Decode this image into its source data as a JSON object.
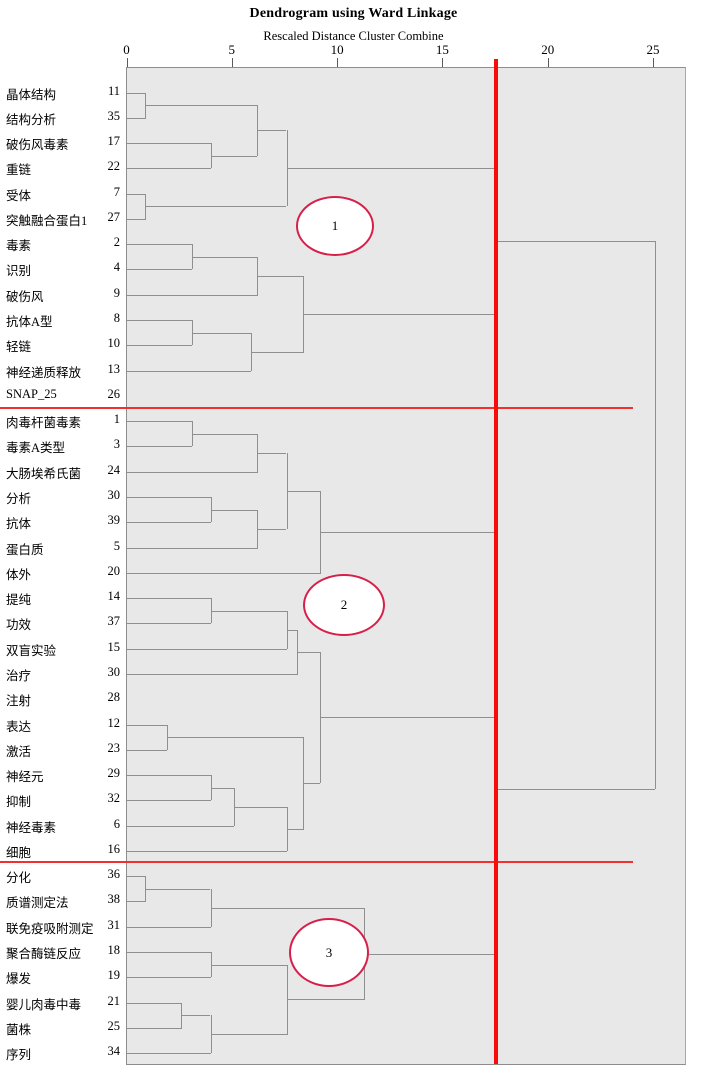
{
  "header": {
    "title": "Dendrogram using Ward Linkage",
    "subtitle": "Rescaled Distance Cluster Combine"
  },
  "colors": {
    "plot_background": "#e8e8e8",
    "link_line": "#8f8f8f",
    "annotation_red": "#d6204a",
    "cut_line_red": "#fb0a0a",
    "text": "#000000"
  },
  "chart_data": {
    "type": "dendrogram",
    "title": "Dendrogram using Ward Linkage",
    "subtitle": "Rescaled Distance Cluster Combine",
    "xlabel": "Rescaled Distance Cluster Combine",
    "ylabel": "",
    "xlim": [
      0,
      25
    ],
    "xticks": [
      0,
      5,
      10,
      15,
      20,
      25
    ],
    "xtick_labels": [
      "0",
      "5",
      "10",
      "15",
      "20",
      "25"
    ],
    "grid": false,
    "orientation": "horizontal",
    "linkage": "ward",
    "leaves": [
      {
        "label": "晶体结构",
        "num": "11"
      },
      {
        "label": "结构分析",
        "num": "35"
      },
      {
        "label": "破伤风毒素",
        "num": "17"
      },
      {
        "label": "重链",
        "num": "22"
      },
      {
        "label": "受体",
        "num": "7"
      },
      {
        "label": "突触融合蛋白1",
        "num": "27"
      },
      {
        "label": "毒素",
        "num": "2"
      },
      {
        "label": "识别",
        "num": "4"
      },
      {
        "label": "破伤风",
        "num": "9"
      },
      {
        "label": "抗体A型",
        "num": "8"
      },
      {
        "label": "轻链",
        "num": "10"
      },
      {
        "label": "神经递质释放",
        "num": "13"
      },
      {
        "label": "SNAP_25",
        "num": "26"
      },
      {
        "label": "肉毒杆菌毒素",
        "num": "1"
      },
      {
        "label": "毒素A类型",
        "num": "3"
      },
      {
        "label": "大肠埃希氏菌",
        "num": "24"
      },
      {
        "label": "分析",
        "num": "30"
      },
      {
        "label": "抗体",
        "num": "39"
      },
      {
        "label": "蛋白质",
        "num": "5"
      },
      {
        "label": "体外",
        "num": "20"
      },
      {
        "label": "提纯",
        "num": "14"
      },
      {
        "label": "功效",
        "num": "37"
      },
      {
        "label": "双盲实验",
        "num": "15"
      },
      {
        "label": "治疗",
        "num": "30"
      },
      {
        "label": "注射",
        "num": "28"
      },
      {
        "label": "表达",
        "num": "12"
      },
      {
        "label": "激活",
        "num": "23"
      },
      {
        "label": "神经元",
        "num": "29"
      },
      {
        "label": "抑制",
        "num": "32"
      },
      {
        "label": "神经毒素",
        "num": "6"
      },
      {
        "label": "细胞",
        "num": "16"
      },
      {
        "label": "分化",
        "num": "36"
      },
      {
        "label": "质谱测定法",
        "num": "38"
      },
      {
        "label": "联免疫吸附测定",
        "num": "31"
      },
      {
        "label": "聚合酶链反应",
        "num": "18"
      },
      {
        "label": "爆发",
        "num": "19"
      },
      {
        "label": "婴儿肉毒中毒",
        "num": "21"
      },
      {
        "label": "菌株",
        "num": "25"
      },
      {
        "label": "序列",
        "num": "34"
      }
    ],
    "merges": [
      {
        "children": [
          0,
          1
        ],
        "distance": 0.9
      },
      {
        "children": [
          2,
          3
        ],
        "distance": 4.0
      },
      {
        "children": [
          "m0",
          "m1"
        ],
        "distance": 6.2
      },
      {
        "children": [
          4,
          5
        ],
        "distance": 0.9
      },
      {
        "children": [
          "m2",
          "m3"
        ],
        "distance": 7.6
      },
      {
        "children": [
          6,
          7
        ],
        "distance": 3.1
      },
      {
        "children": [
          "m5",
          8
        ],
        "distance": 6.2
      },
      {
        "children": [
          9,
          10
        ],
        "distance": 3.1
      },
      {
        "children": [
          "m7",
          11
        ],
        "distance": 5.9
      },
      {
        "children": [
          "m6",
          "m8"
        ],
        "distance": 8.4
      },
      {
        "children": [
          "m4",
          "m9"
        ],
        "distance": 17.6
      },
      {
        "children": [
          13,
          14
        ],
        "distance": 3.1
      },
      {
        "children": [
          "m11",
          15
        ],
        "distance": 6.2
      },
      {
        "children": [
          16,
          17
        ],
        "distance": 4.0
      },
      {
        "children": [
          "m13",
          18
        ],
        "distance": 6.2
      },
      {
        "children": [
          "m12",
          "m14"
        ],
        "distance": 7.6
      },
      {
        "children": [
          "m15",
          19
        ],
        "distance": 9.2
      },
      {
        "children": [
          20,
          21
        ],
        "distance": 4.0
      },
      {
        "children": [
          "m17",
          22
        ],
        "distance": 7.6
      },
      {
        "children": [
          "m18",
          23
        ],
        "distance": 8.1
      },
      {
        "children": [
          25,
          26
        ],
        "distance": 1.9
      },
      {
        "children": [
          27,
          28
        ],
        "distance": 4.0
      },
      {
        "children": [
          "m21",
          29
        ],
        "distance": 5.1
      },
      {
        "children": [
          "m22",
          30
        ],
        "distance": 7.6
      },
      {
        "children": [
          "m20",
          "m23"
        ],
        "distance": 8.4
      },
      {
        "children": [
          "m19",
          "m24"
        ],
        "distance": 9.2
      },
      {
        "children": [
          "m16",
          "m25"
        ],
        "distance": 17.6
      },
      {
        "children": [
          31,
          32
        ],
        "distance": 0.9
      },
      {
        "children": [
          "m27",
          33
        ],
        "distance": 4.0
      },
      {
        "children": [
          34,
          35
        ],
        "distance": 4.0
      },
      {
        "children": [
          36,
          37
        ],
        "distance": 2.6
      },
      {
        "children": [
          "m30",
          38
        ],
        "distance": 4.0
      },
      {
        "children": [
          "m29",
          "m31"
        ],
        "distance": 7.6
      },
      {
        "children": [
          "m28",
          "m32"
        ],
        "distance": 11.3
      },
      {
        "children": [
          "m26",
          "m33"
        ],
        "distance": 17.6
      },
      {
        "children": [
          "m10",
          "m34"
        ],
        "distance": 25.1
      }
    ],
    "annotations": [
      {
        "kind": "ellipse",
        "label": "1",
        "cluster_members": 13
      },
      {
        "kind": "ellipse",
        "label": "2",
        "cluster_members": 18
      },
      {
        "kind": "ellipse",
        "label": "3",
        "cluster_members": 8
      },
      {
        "kind": "vertical-cut-line",
        "distance": 17.6
      },
      {
        "kind": "horizontal-separator",
        "between_leaves": [
          "SNAP_25",
          "肉毒杆菌毒素"
        ]
      },
      {
        "kind": "horizontal-separator",
        "between_leaves": [
          "细胞",
          "分化"
        ]
      }
    ]
  }
}
